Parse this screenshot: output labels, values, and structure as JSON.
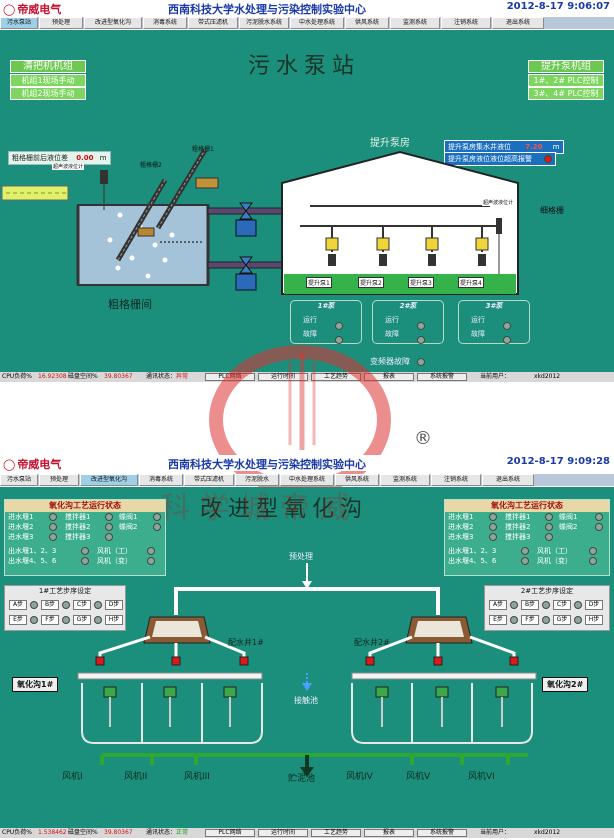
{
  "screen1": {
    "logo": "帝威电气",
    "title": "西南科技大学水处理与污染控制实验中心",
    "datetime": "2012-8-17 9:06:07",
    "nav": [
      "污水泵站",
      "预处理",
      "改进型氧化沟",
      "消毒系统",
      "带式压滤机",
      "污泥脱水系统",
      "中水处理系统",
      "供风系统",
      "监测系统",
      "注销系统",
      "退出系统"
    ],
    "main_title": "污水泵站",
    "left_panel_title": "清把机机组",
    "left_buttons": [
      "机组1现场手动",
      "机组2现场手动"
    ],
    "right_panel_title": "提升泵机组",
    "right_buttons": [
      "1#、2# PLC控制",
      "3#、4# PLC控制"
    ],
    "grid_level_label": "粗格栅前后液位差",
    "grid_level_value": "0.00",
    "grid_level_unit": "m",
    "pump_room_label": "提升泵房",
    "well_level_label": "提升泵房集水井液位",
    "well_level_value": "7.20",
    "well_level_unit": "m",
    "alarm_label": "提升泵房液位液位超高报警",
    "coarse_grid_room": "粗格栅间",
    "grid_labels": [
      "粗格栅1",
      "粗格栅2"
    ],
    "ultrasonic_label": "超声波液位计",
    "ultrasonic_label2": "超声波液位计",
    "fine_grid_label": "细格栅",
    "pumps": [
      "提升泵1",
      "提升泵2",
      "提升泵3",
      "提升泵4"
    ],
    "pump_groups": [
      {
        "name": "1#泵",
        "run": "运行",
        "fault": "故障"
      },
      {
        "name": "2#泵",
        "run": "运行",
        "fault": "故障"
      },
      {
        "name": "3#泵",
        "run": "运行",
        "fault": "故障"
      }
    ],
    "vfd_fault": "变频器故障",
    "status": {
      "cpu_label": "CPU负荷%",
      "cpu_value": "16.92308",
      "disk_label": "磁盘空间%",
      "disk_value": "39.80367",
      "comm_label": "通讯状态：",
      "comm_value": "异常",
      "btns": [
        "PLC网络",
        "运行时间",
        "工艺趋势",
        "报表",
        "系统报警"
      ],
      "user_label": "当前用户：",
      "user": "xkd2012"
    }
  },
  "watermark": {
    "reg": "®",
    "text": "科学城帝威"
  },
  "screen2": {
    "logo": "帝威电气",
    "title": "西南科技大学水处理与污染控制实验中心",
    "datetime": "2012-8-17 9:09:28",
    "nav": [
      "污水泵站",
      "预处理",
      "改进型氧化沟",
      "消毒系统",
      "带式压滤机",
      "污泥脱水",
      "中水处理系统",
      "供风系统",
      "监测系统",
      "注销系统",
      "退出系统"
    ],
    "main_title": "改进型氧化沟",
    "left_status_title": "氧化沟工艺运行状态",
    "right_status_title": "氧化沟工艺运行状态",
    "status_rows": [
      [
        "进水堰1",
        "搅拌器1",
        "蝶阀1"
      ],
      [
        "进水堰2",
        "搅拌器2",
        "蝶阀2"
      ],
      [
        "进水堰3",
        "搅拌器3",
        ""
      ]
    ],
    "outlet_rows": [
      [
        "出水堰1、2、3",
        "风机（工）"
      ],
      [
        "出水堰4、5、6",
        "风机（变）"
      ]
    ],
    "pretreat_label": "预处理",
    "left_steps_title": "1#工艺步序设定",
    "right_steps_title": "2#工艺步序设定",
    "steps": [
      "A步",
      "B步",
      "C步",
      "D步",
      "E步",
      "F步",
      "G步",
      "H步"
    ],
    "well1": "配水井1#",
    "well2": "配水井2#",
    "ditch1": "氧化沟1#",
    "ditch2": "氧化沟2#",
    "contact_pool": "接触池",
    "sludge_pool": "贮泥池",
    "fans": [
      "风机I",
      "风机II",
      "风机III",
      "风机IV",
      "风机V",
      "风机VI"
    ],
    "status": {
      "cpu_label": "CPU负荷%",
      "cpu_value": "1.538462",
      "disk_label": "磁盘空间%",
      "disk_value": "39.80367",
      "comm_label": "通讯状态：",
      "comm_value": "正常",
      "btns": [
        "PLC网络",
        "运行时间",
        "工艺趋势",
        "报表",
        "系统报警"
      ],
      "user_label": "当前用户：",
      "user": "xkd2012"
    }
  }
}
